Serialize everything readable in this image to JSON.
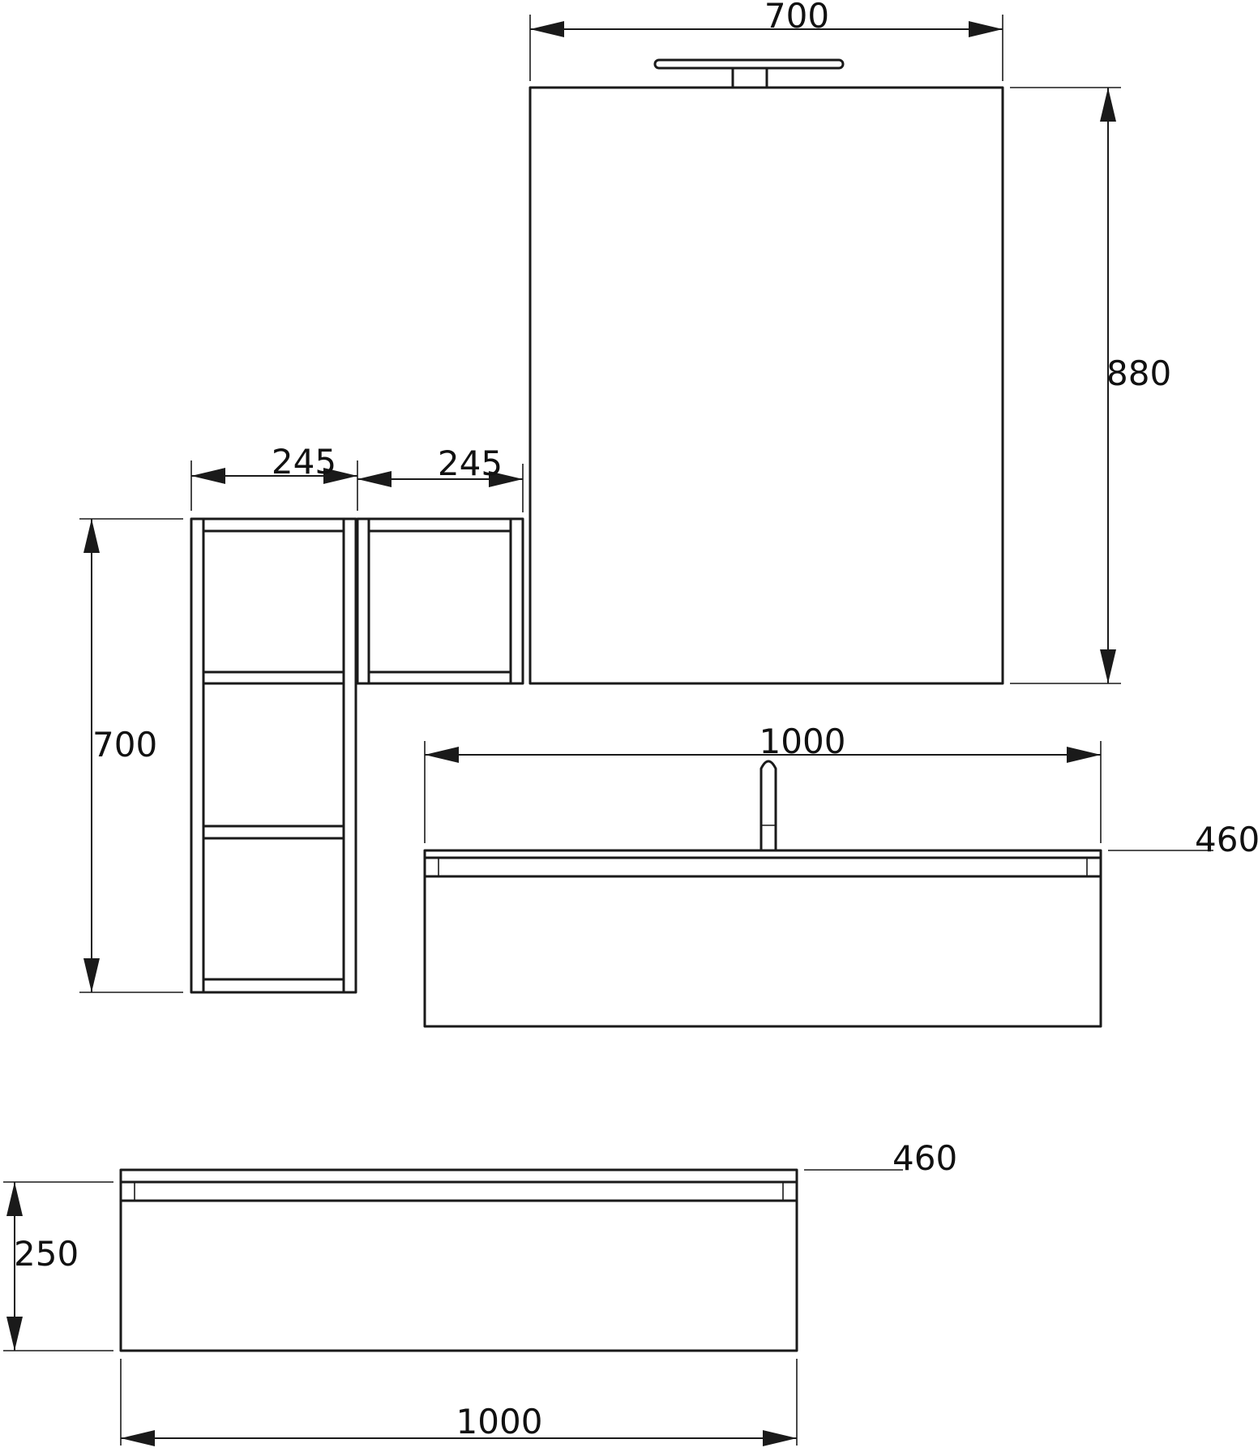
{
  "dimensions": {
    "mirror_width": "700",
    "mirror_height": "880",
    "shelf_left_width": "245",
    "shelf_right_width": "245",
    "shelf_height": "700",
    "vanity_width": "1000",
    "vanity_depth": "460",
    "base_depth": "460",
    "base_height": "250",
    "base_width": "1000"
  }
}
